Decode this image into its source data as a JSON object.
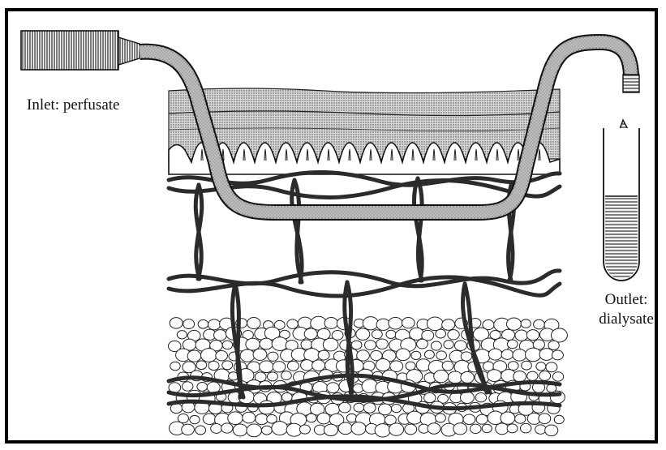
{
  "labels": {
    "inlet": "Inlet: perfusate",
    "outlet_line1": "Outlet:",
    "outlet_line2": "dialysate"
  }
}
